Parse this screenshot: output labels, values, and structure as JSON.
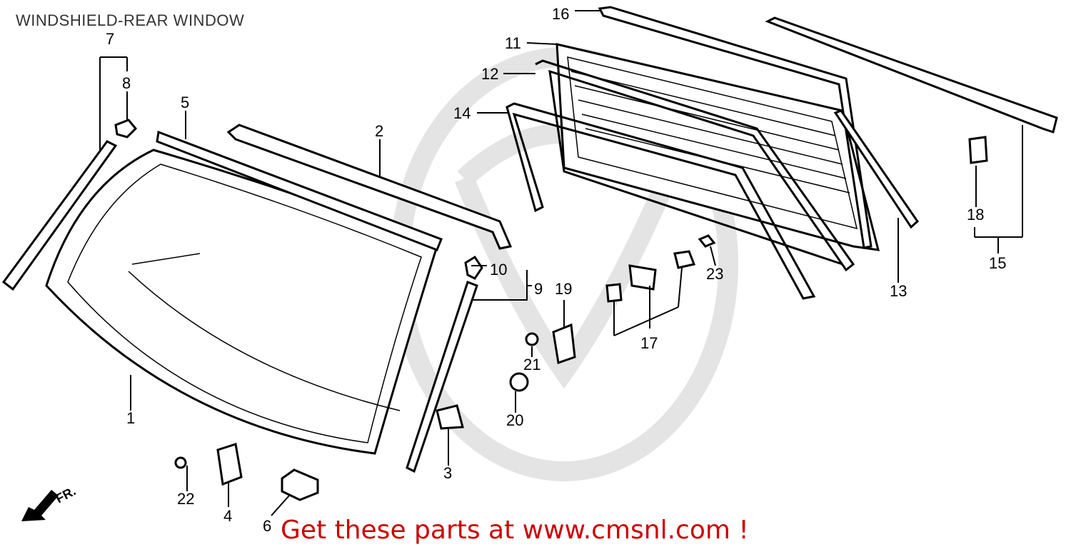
{
  "title": "WINDSHIELD-REAR WINDOW",
  "promo_text": "Get these parts at www.cmsnl.com !",
  "front_marker": "FR.",
  "callouts": {
    "c1": "1",
    "c2": "2",
    "c3": "3",
    "c4": "4",
    "c5": "5",
    "c6": "6",
    "c7": "7",
    "c8": "8",
    "c9": "9",
    "c10": "10",
    "c11": "11",
    "c12": "12",
    "c13": "13",
    "c14": "14",
    "c15": "15",
    "c16": "16",
    "c17": "17",
    "c18": "18",
    "c19": "19",
    "c20": "20",
    "c21": "21",
    "c22": "22",
    "c23": "23"
  },
  "colors": {
    "promo": "#cc0000",
    "watermark": "#e4e4e4"
  }
}
